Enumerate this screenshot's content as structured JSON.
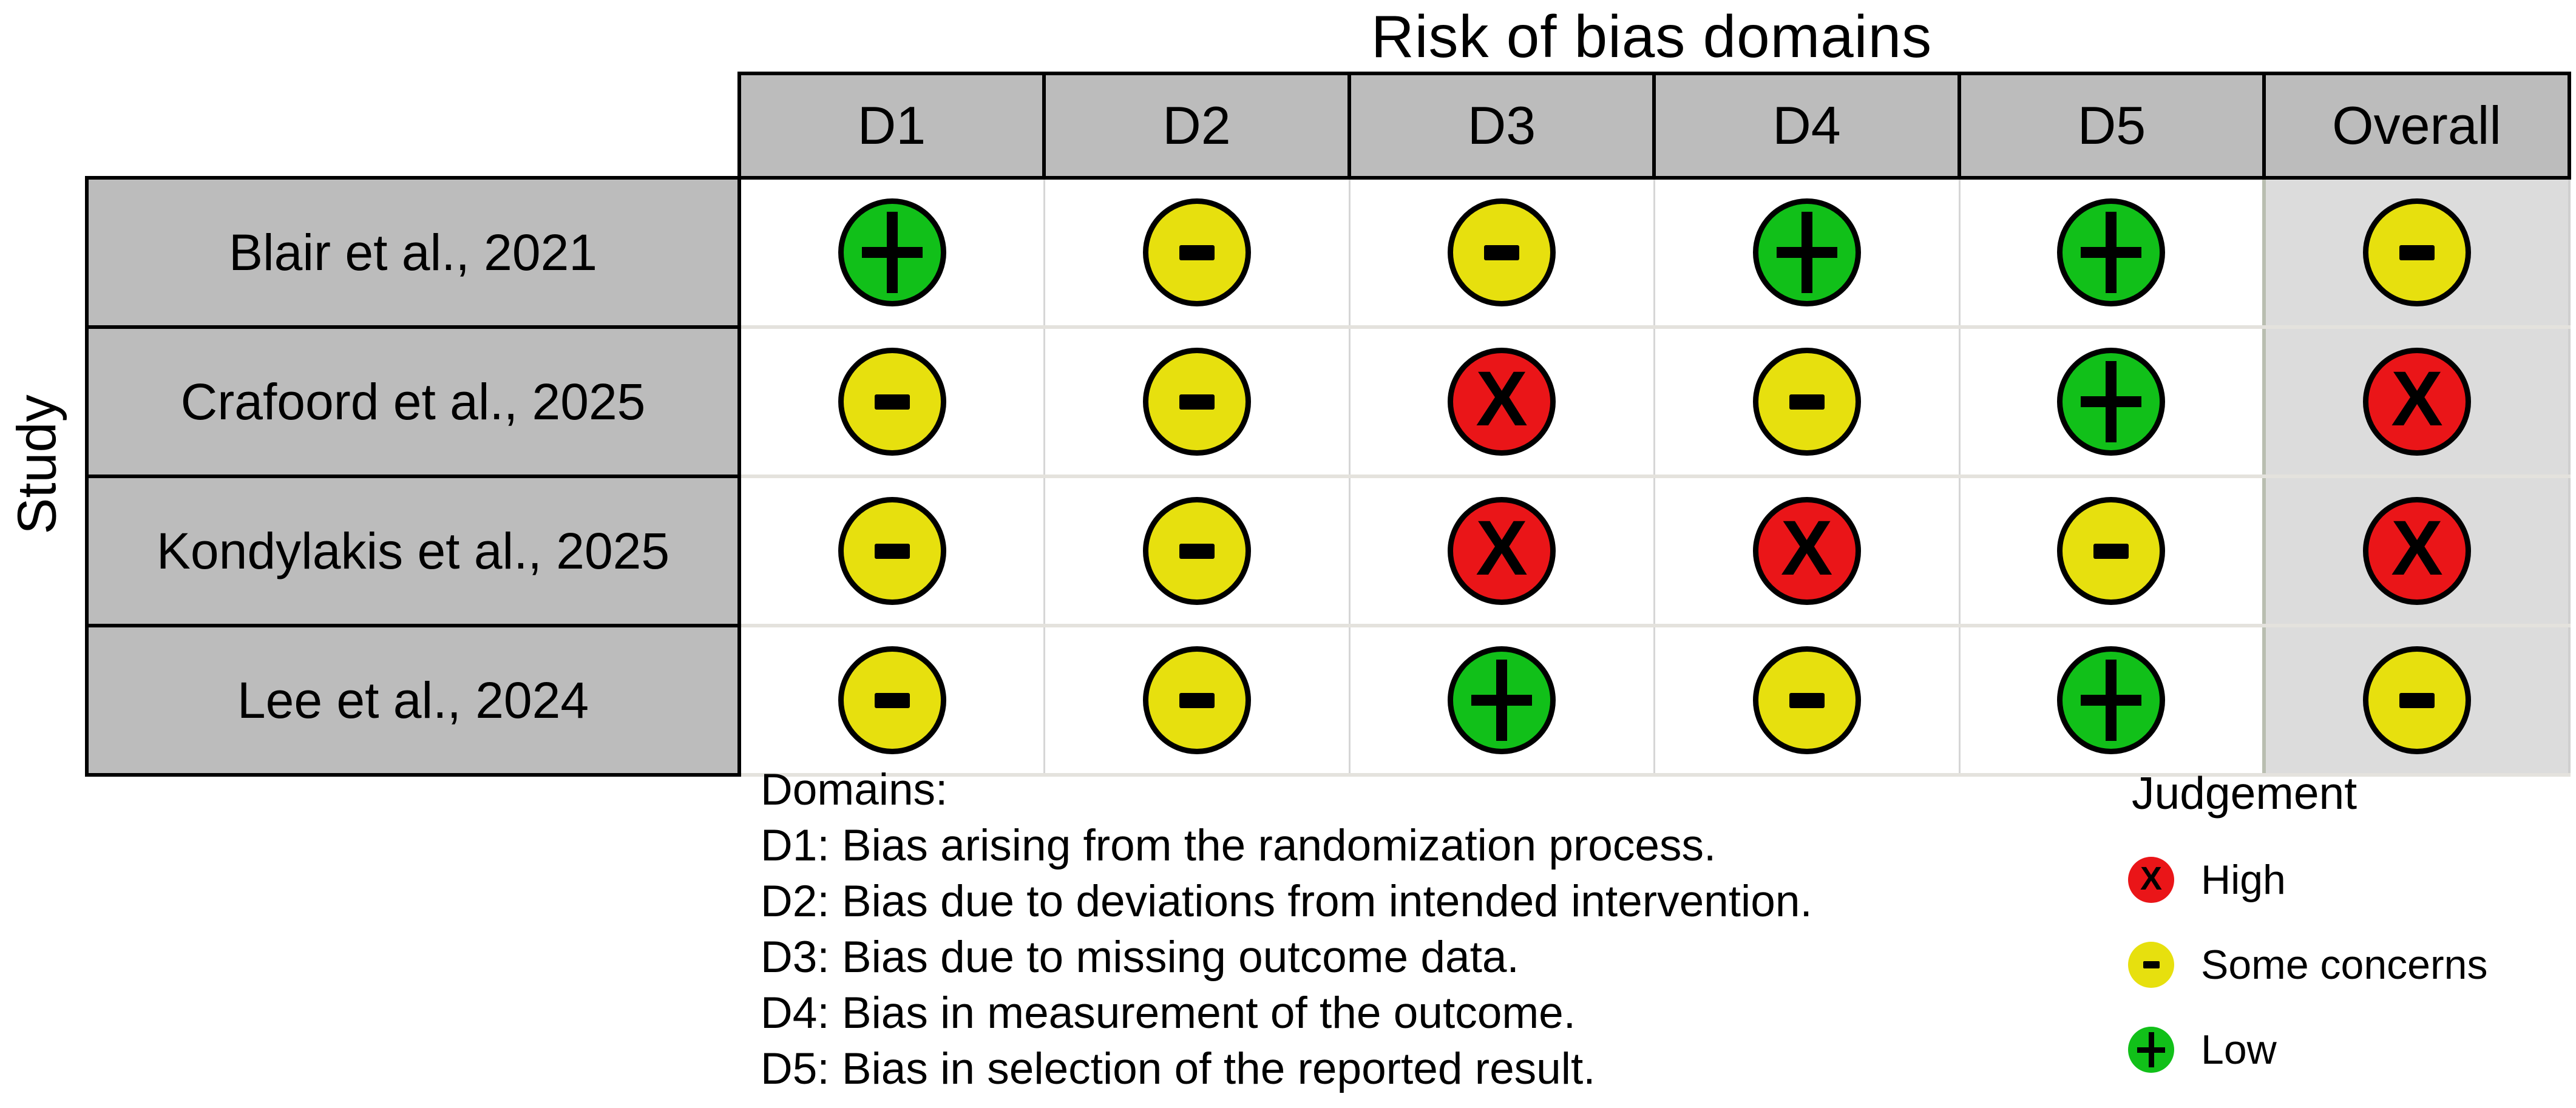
{
  "figure": {
    "title": "Risk of bias domains",
    "y_axis_label": "Study",
    "columns": [
      "D1",
      "D2",
      "D3",
      "D4",
      "D5",
      "Overall"
    ],
    "rows": [
      {
        "study": "Blair et al., 2021",
        "judgements": [
          "low",
          "some",
          "some",
          "low",
          "low",
          "some"
        ]
      },
      {
        "study": "Crafoord et al., 2025",
        "judgements": [
          "some",
          "some",
          "high",
          "some",
          "low",
          "high"
        ]
      },
      {
        "study": "Kondylakis et al., 2025",
        "judgements": [
          "some",
          "some",
          "high",
          "high",
          "some",
          "high"
        ]
      },
      {
        "study": "Lee et al., 2024",
        "judgements": [
          "some",
          "some",
          "low",
          "some",
          "low",
          "some"
        ]
      }
    ]
  },
  "symbols": {
    "high": "X",
    "some": "-",
    "low": "+"
  },
  "colors": {
    "high": "#ea1518",
    "some": "#e7e00e",
    "low": "#11c019",
    "header_bg": "#bcbcbc",
    "overall_bg": "#dcdcdc",
    "symbol": "#000000"
  },
  "footnote": {
    "heading": "Domains:",
    "lines": [
      "D1: Bias arising from the randomization process.",
      "D2: Bias due to deviations from intended intervention.",
      "D3: Bias due to missing outcome data.",
      "D4: Bias in measurement of the outcome.",
      "D5: Bias in selection of the reported result."
    ]
  },
  "legend": {
    "title": "Judgement",
    "items": [
      {
        "level": "high",
        "label": "High"
      },
      {
        "level": "some",
        "label": "Some concerns"
      },
      {
        "level": "low",
        "label": "Low"
      }
    ]
  },
  "chart_data": {
    "type": "table",
    "subtype": "risk-of-bias-traffic-light",
    "title": "Risk of bias domains",
    "ylabel": "Study",
    "x_categories": [
      "D1",
      "D2",
      "D3",
      "D4",
      "D5",
      "Overall"
    ],
    "y_categories": [
      "Blair et al., 2021",
      "Crafoord et al., 2025",
      "Kondylakis et al., 2025",
      "Lee et al., 2024"
    ],
    "values": [
      [
        "Low",
        "Some concerns",
        "Some concerns",
        "Low",
        "Low",
        "Some concerns"
      ],
      [
        "Some concerns",
        "Some concerns",
        "High",
        "Some concerns",
        "Low",
        "High"
      ],
      [
        "Some concerns",
        "Some concerns",
        "High",
        "High",
        "Some concerns",
        "High"
      ],
      [
        "Some concerns",
        "Some concerns",
        "Low",
        "Some concerns",
        "Low",
        "Some concerns"
      ]
    ],
    "legend": {
      "High": "#ea1518",
      "Some concerns": "#e7e00e",
      "Low": "#11c019"
    },
    "legend_position": "bottom-right",
    "domain_definitions": [
      "D1: Bias arising from the randomization process.",
      "D2: Bias due to deviations from intended intervention.",
      "D3: Bias due to missing outcome data.",
      "D4: Bias in measurement of the outcome.",
      "D5: Bias in selection of the reported result."
    ]
  }
}
